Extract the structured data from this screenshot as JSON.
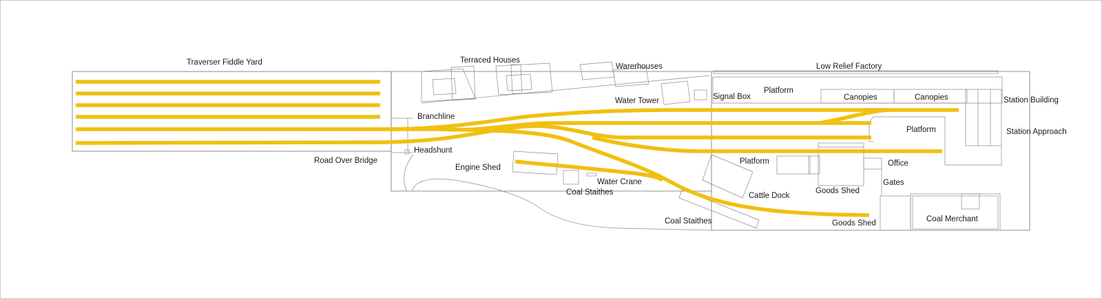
{
  "colors": {
    "track": "#F0C010",
    "outline": "#6e6e6e",
    "label": "#1a1a1a"
  },
  "labels": {
    "traverser_fiddle_yard": "Traverser Fiddle Yard",
    "road_over_bridge": "Road Over Bridge",
    "terraced_houses": "Terraced Houses",
    "warehouses": "Warerhouses",
    "low_relief_factory": "Low Relief Factory",
    "branchline": "Branchline",
    "headshunt": "Headshunt",
    "water_tower": "Water Tower",
    "signal_box": "Signal Box",
    "platform_top": "Platform",
    "canopies_1": "Canopies",
    "canopies_2": "Canopies",
    "station_building": "Station Building",
    "platform_right": "Platform",
    "station_approach": "Station Approach",
    "engine_shed": "Engine Shed",
    "water_crane": "Water Crane",
    "coal_staithes_1": "Coal Staithes",
    "platform_bottom": "Platform",
    "office": "Office",
    "gates": "Gates",
    "cattle_dock": "Cattle Dock",
    "goods_shed_1": "Goods Shed",
    "coal_staithes_2": "Coal Staithes",
    "goods_shed_2": "Goods Shed",
    "coal_merchant": "Coal Merchant"
  }
}
